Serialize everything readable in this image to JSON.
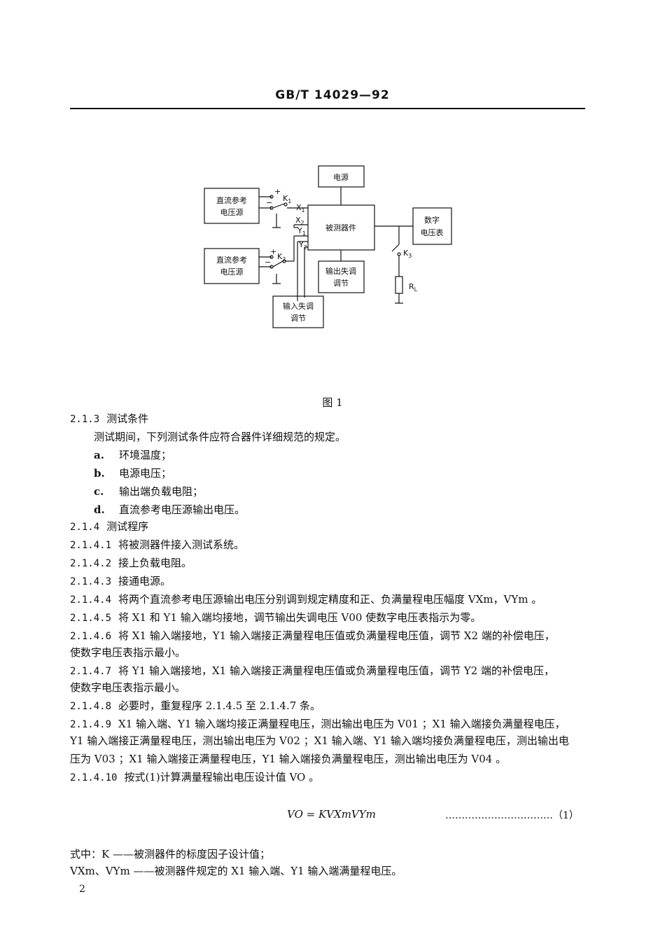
{
  "header": "GB/T 14029—92",
  "diagram": {
    "power": "电源",
    "dut": "被测器件",
    "ref1_a": "直流参考",
    "ref1_b": "电压源",
    "ref2_a": "直流参考",
    "ref2_b": "电压源",
    "dvm_a": "数字",
    "dvm_b": "电压表",
    "out_offset_a": "输出失调",
    "out_offset_b": "调节",
    "in_offset_a": "输入失调",
    "in_offset_b": "调节",
    "k1": "K",
    "k1_sub": "1",
    "k2": "K",
    "k2_sub": "2",
    "k3": "K",
    "k3_sub": "3",
    "x1": "X",
    "x1_sub": "1",
    "x2": "X",
    "x2_sub": "2",
    "y1": "Y",
    "y1_sub": "1",
    "y2": "Y",
    "y2_sub": "2",
    "rl": "R",
    "rl_sub": "L",
    "plus1": "+",
    "minus1": "−",
    "plus2": "+",
    "minus2": "−"
  },
  "caption": "图 1",
  "lines": {
    "s213_num": "2.1.3",
    "s213_text": "测试条件",
    "intro": "测试期间，下列测试条件应符合器件详细规范的规定。",
    "a_label": "a.",
    "a_text": "环境温度；",
    "b_label": "b.",
    "b_text": "电源电压；",
    "c_label": "c.",
    "c_text": "输出端负载电阻；",
    "d_label": "d.",
    "d_text": "直流参考电压源输出电压。",
    "s214_num": "2.1.4",
    "s214_text": "测试程序",
    "s2141_num": "2.1.4.1",
    "s2141_text": "将被测器件接入测试系统。",
    "s2142_num": "2.1.4.2",
    "s2142_text": "接上负载电阻。",
    "s2143_num": "2.1.4.3",
    "s2143_text": "接通电源。",
    "s2144_num": "2.1.4.4",
    "s2144_text": "将两个直流参考电压源输出电压分别调到规定精度和正、负满量程电压幅度 VXm，VYm 。",
    "s2145_num": "2.1.4.5",
    "s2145_text": "将 X1 和 Y1 输入端均接地，调节输出失调电压 V00 使数字电压表指示为零。",
    "s2146_num": "2.1.4.6",
    "s2146_text": "将 X1 输入端接地，Y1 输入端接正满量程电压值或负满量程电压值，调节 X2 端的补偿电压，",
    "s2146_cont": "使数字电压表指示最小。",
    "s2147_num": "2.1.4.7",
    "s2147_text": "将 Y1 输入端接地，X1 输入端接正满量程电压值或负满量程电压值，调节 Y2 端的补偿电压，",
    "s2147_cont": "使数字电压表指示最小。",
    "s2148_num": "2.1.4.8",
    "s2148_text": "必要时，重复程序 2.1.4.5 至 2.1.4.7 条。",
    "s2149_num": "2.1.4.9",
    "s2149_text": "X1 输入端、Y1 输入端均接正满量程电压，测出输出电压为 V01 ；X1 输入端接负满量程电压，",
    "s2149_cont1": "Y1 输入端接正满量程电压，测出输出电压为 V02 ；X1 输入端、Y1 输入端均接负满量程电压，测出输出电",
    "s2149_cont2": "压为 V03 ；X1 输入端接正满量程电压，Y1 输入端接负满量程电压，测出输出电压为 V04 。",
    "s21410_num": "2.1.4.10",
    "s21410_text": "按式(1)计算满量程输出电压设计值 VO 。"
  },
  "formula": "VO = KVXmVYm",
  "formula_ref": "……………………………（1）",
  "where1": "式中：K ——被测器件的标度因子设计值；",
  "where2": "VXm、VYm ——被测器件规定的 X1 输入端、Y1 输入端满量程电压。",
  "page_number": "2"
}
